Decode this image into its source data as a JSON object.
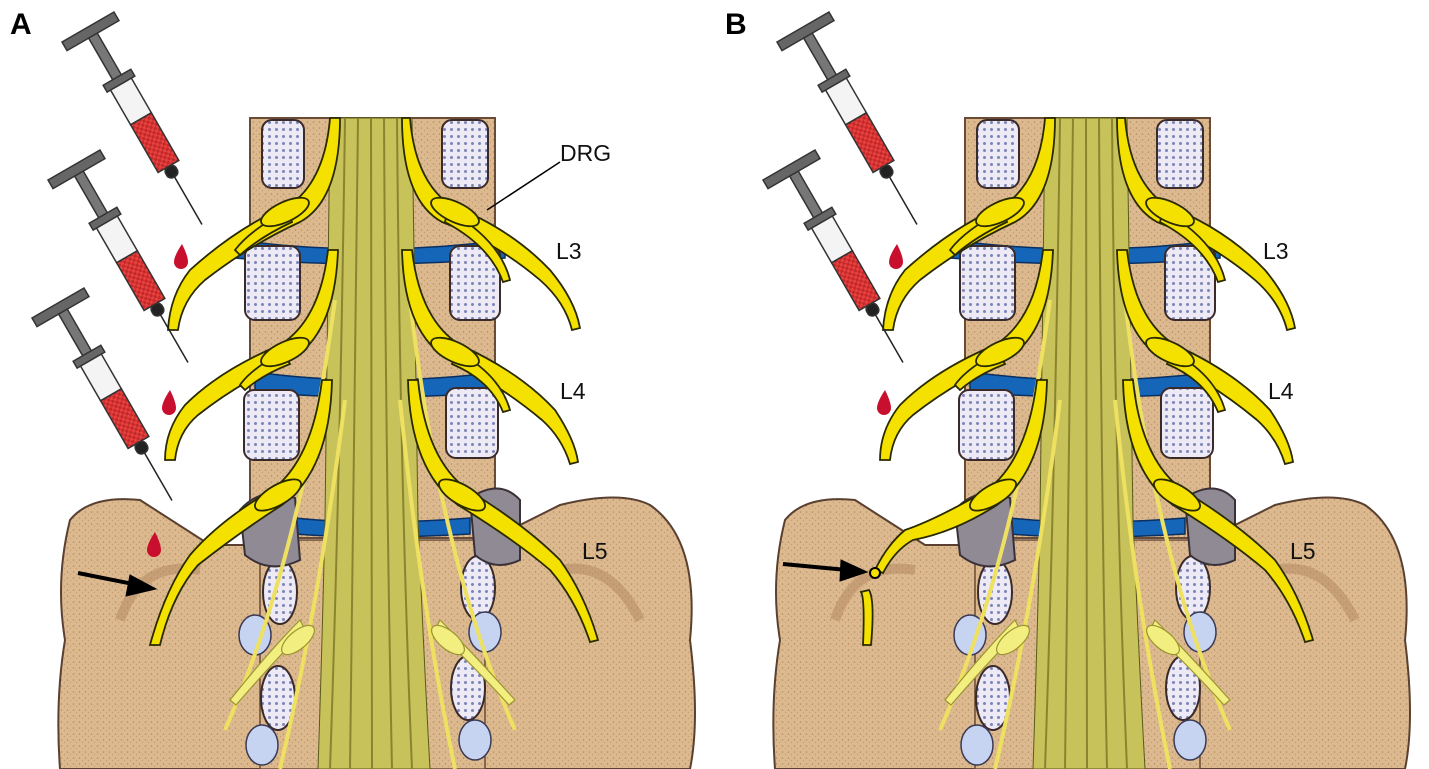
{
  "panels": [
    {
      "letter": "A",
      "labels": {
        "drg": "DRG",
        "l3": "L3",
        "l4": "L4",
        "l5": "L5"
      },
      "syringe_count": 3,
      "nerve_state": "intact"
    },
    {
      "letter": "B",
      "labels": {
        "drg": "",
        "l3": "L3",
        "l4": "L4",
        "l5": "L5"
      },
      "syringe_count": 2,
      "nerve_state": "transected"
    }
  ],
  "colors": {
    "nerve": "#f5e100",
    "cauda": "#c8c25a",
    "bone": "#e2c49a",
    "disc": "#1565b8",
    "marrow": "#ece8f4",
    "sacrum": "#d8b48e",
    "syringe_fill": "#e23a3a",
    "blood": "#c8102e"
  }
}
